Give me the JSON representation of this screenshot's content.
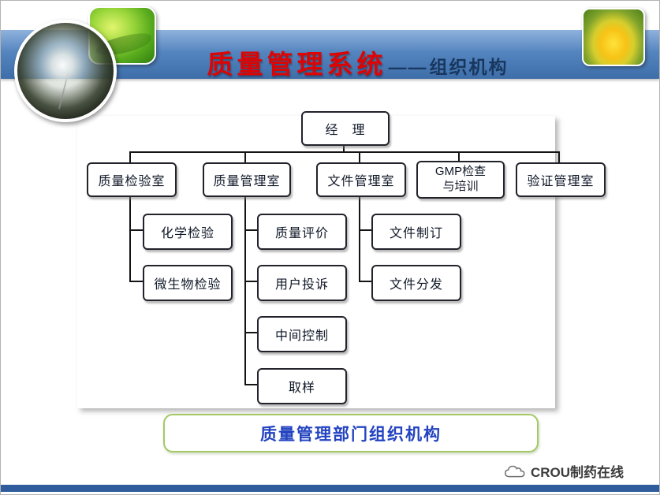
{
  "header": {
    "title_main": "质量管理系统",
    "title_dash": "——",
    "title_sub": "组织机构"
  },
  "org_chart": {
    "root": "经　理",
    "departments": [
      {
        "label": "质量检验室",
        "children": [
          "化学检验",
          "微生物检验"
        ]
      },
      {
        "label": "质量管理室",
        "children": [
          "质量评价",
          "用户投诉",
          "中间控制",
          "取样"
        ]
      },
      {
        "label": "文件管理室",
        "children": [
          "文件制订",
          "文件分发"
        ]
      },
      {
        "label": "GMP检查\n与培训",
        "children": []
      },
      {
        "label": "验证管理室",
        "children": []
      }
    ]
  },
  "caption": {
    "text": "质量管理部门组织机构"
  },
  "watermark": {
    "icon": "cloud-icon",
    "text": "CROU制药在线"
  },
  "colors": {
    "title_red": "#dd0404",
    "title_navy": "#17375e",
    "band_light": "#8fb2dd",
    "band_dark": "#3e6ea9",
    "caption_blue": "#2343c0",
    "caption_border": "#a2c964",
    "bar_blue": "#2e5c9c",
    "box_border": "#22222b",
    "line_color": "#141414"
  }
}
